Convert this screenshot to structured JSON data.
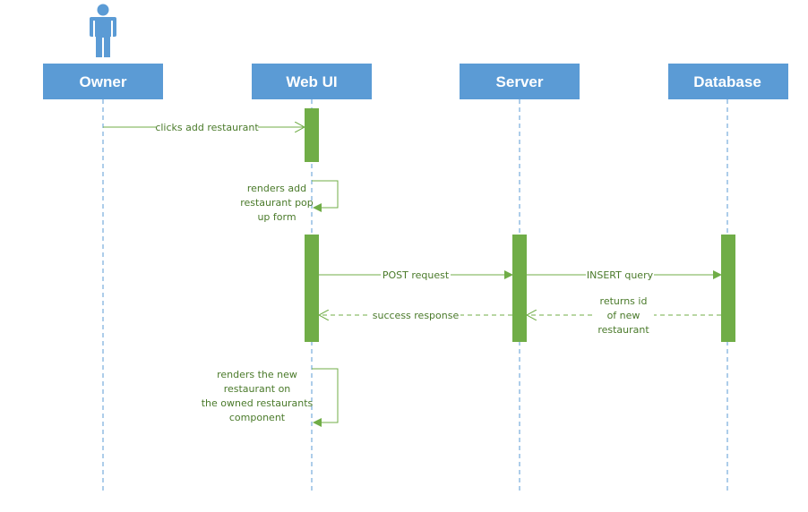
{
  "participants": [
    {
      "id": "owner",
      "label": "Owner",
      "actor": true
    },
    {
      "id": "webui",
      "label": "Web UI",
      "actor": false
    },
    {
      "id": "server",
      "label": "Server",
      "actor": false
    },
    {
      "id": "database",
      "label": "Database",
      "actor": false
    }
  ],
  "messages": [
    {
      "id": "clicks-add-restaurant",
      "type": "sync",
      "from": "owner",
      "to": "webui",
      "lines": [
        "clicks add restaurant"
      ]
    },
    {
      "id": "renders-popup",
      "type": "self",
      "from": "webui",
      "to": "webui",
      "lines": [
        "renders add",
        "restaurant pop",
        "up form"
      ]
    },
    {
      "id": "post-request",
      "type": "sync",
      "from": "webui",
      "to": "server",
      "lines": [
        "POST request"
      ]
    },
    {
      "id": "insert-query",
      "type": "sync",
      "from": "server",
      "to": "database",
      "lines": [
        "INSERT query"
      ]
    },
    {
      "id": "returns-id",
      "type": "return",
      "from": "database",
      "to": "server",
      "lines": [
        "returns id",
        "of new",
        "restaurant"
      ]
    },
    {
      "id": "success-response",
      "type": "return",
      "from": "server",
      "to": "webui",
      "lines": [
        "success response"
      ]
    },
    {
      "id": "renders-new-restaurant",
      "type": "self",
      "from": "webui",
      "to": "webui",
      "lines": [
        "renders the new",
        "restaurant on",
        "the owned restaurants",
        "component"
      ]
    }
  ],
  "colors": {
    "participant_fill": "#5b9bd5",
    "participant_text": "#ffffff",
    "lifeline": "#5b9bd5",
    "activation": "#70ad47",
    "message": "#70ad47",
    "label": "#4a7a2a",
    "actor": "#5b9bd5"
  }
}
